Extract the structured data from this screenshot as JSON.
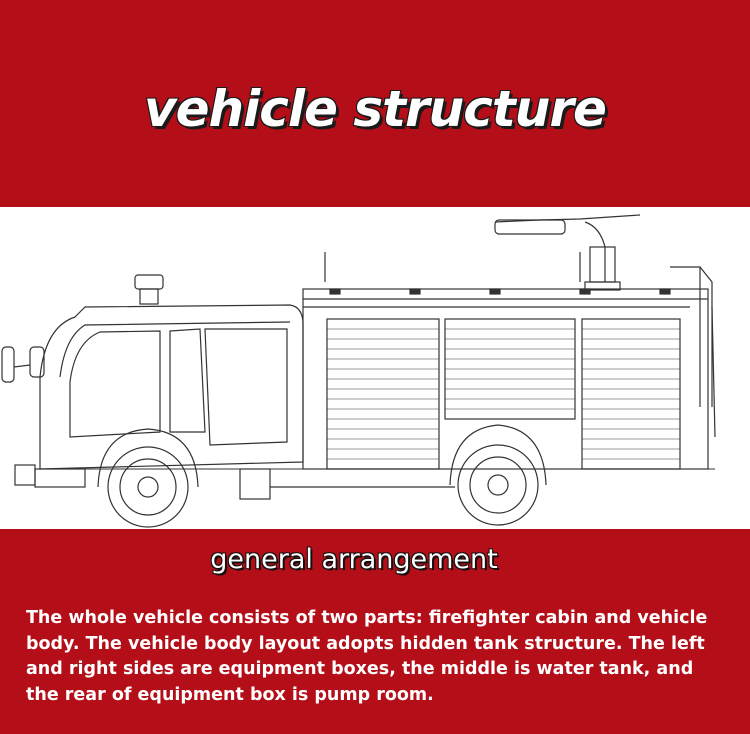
{
  "header": {
    "title": "vehicle structure"
  },
  "section": {
    "subtitle": "general arrangement",
    "description": "The whole vehicle consists of two parts: firefighter cabin and vehicle body. The vehicle body layout adopts hidden tank structure. The left and right sides are equipment boxes, the middle is water tank, and the rear of equipment box is pump room."
  },
  "colors": {
    "brand_red": "#b40e18",
    "drawing_bg": "#ffffff",
    "line": "#333333"
  },
  "icons": [
    "fire-truck-line-drawing"
  ]
}
